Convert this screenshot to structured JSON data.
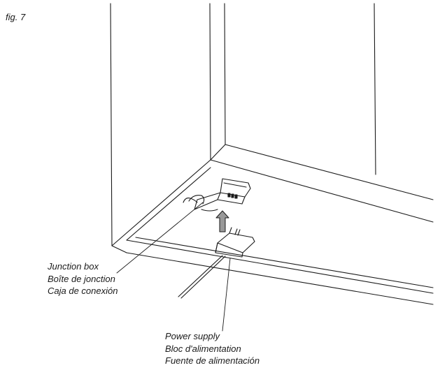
{
  "figure_label": "fig. 7",
  "callouts": {
    "junction_box": [
      "Junction box",
      "Boîte de jonction",
      "Caja de conexión"
    ],
    "power_supply": [
      "Power supply",
      "Bloc d'alimentation",
      "Fuente de alimentación"
    ]
  }
}
